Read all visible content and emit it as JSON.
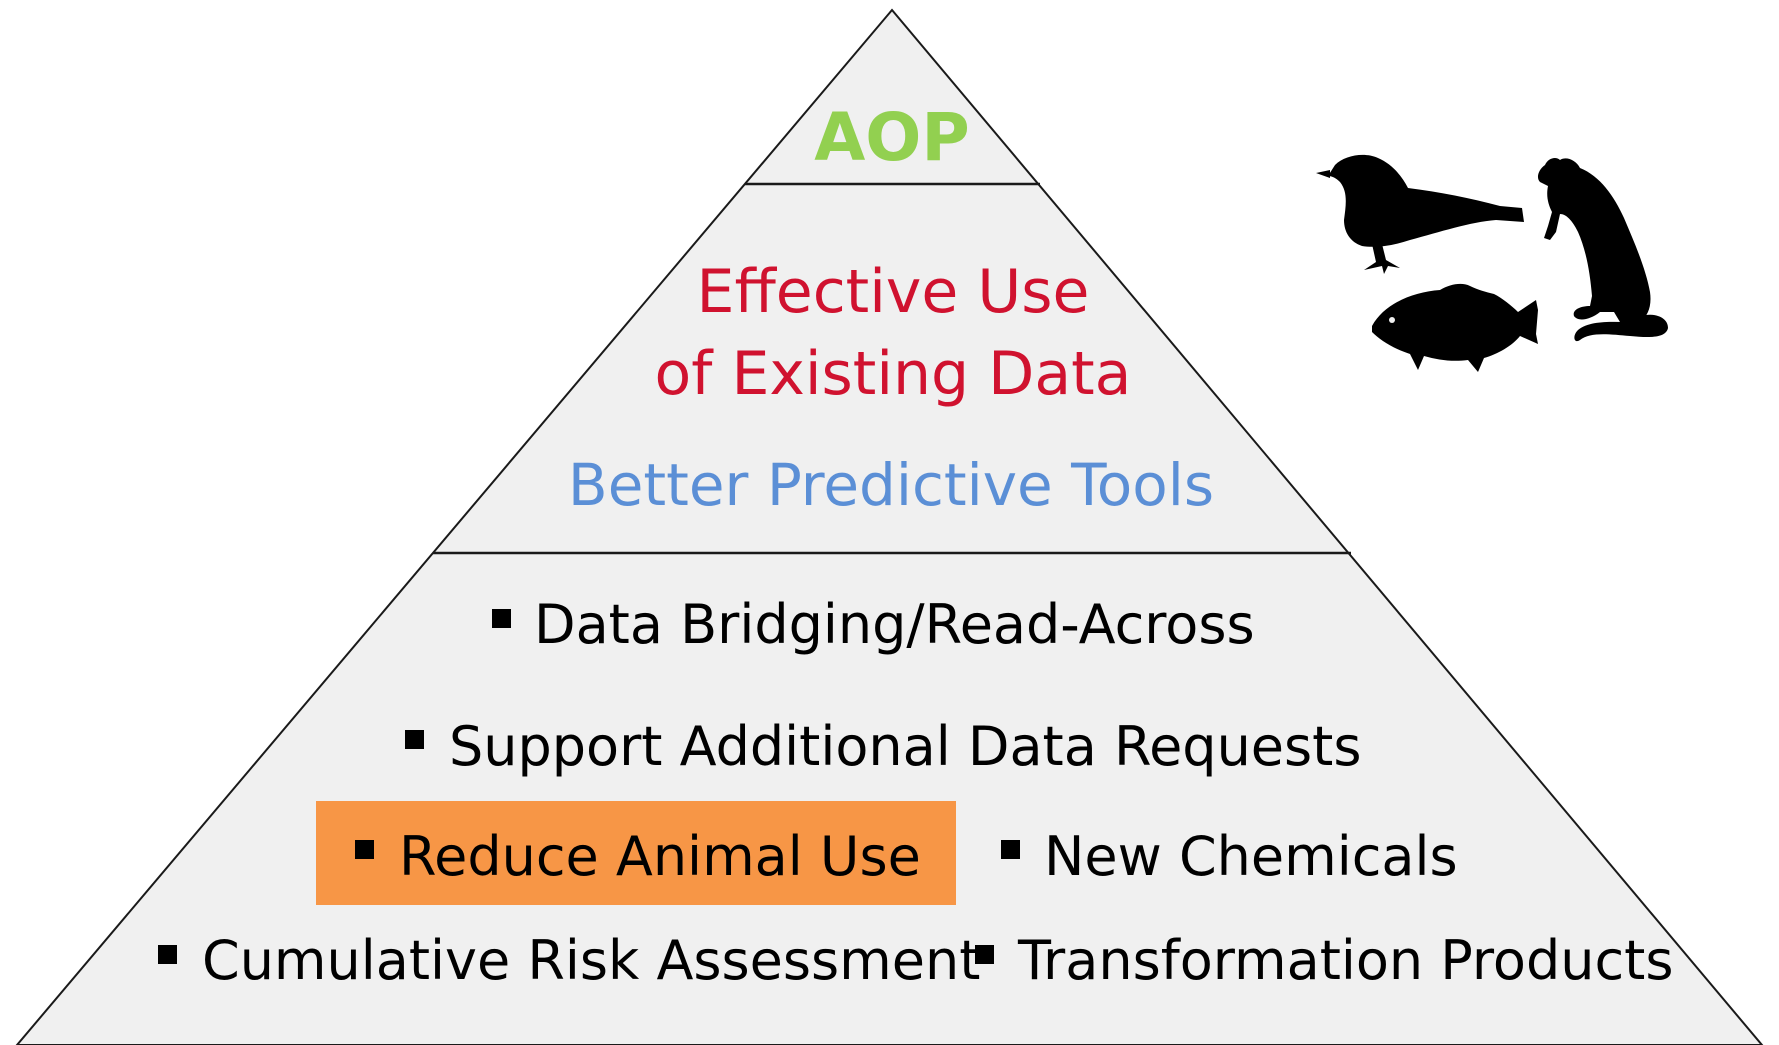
{
  "pyramid": {
    "top": {
      "label": "AOP",
      "color": "#92d050"
    },
    "middle": {
      "line1": "Effective Use",
      "line2": "of Existing Data",
      "color_primary": "#d0122f",
      "line3": "Better Predictive Tools",
      "color_secondary": "#5b8fd6"
    },
    "bottom": {
      "items": [
        "Data Bridging/Read-Across",
        "Support Additional Data Requests",
        "Reduce Animal Use",
        "New Chemicals",
        "Cumulative Risk Assessment",
        "Transformation Products"
      ],
      "highlighted_item": "Reduce Animal Use",
      "highlight_color": "#f79646",
      "text_color": "#000000"
    },
    "fill_color": "#f0f0f0",
    "outline_color": "#1a1a1a"
  },
  "animals": {
    "icons": [
      "bird-silhouette-icon",
      "rat-silhouette-icon",
      "fish-silhouette-icon"
    ],
    "color": "#000000"
  }
}
